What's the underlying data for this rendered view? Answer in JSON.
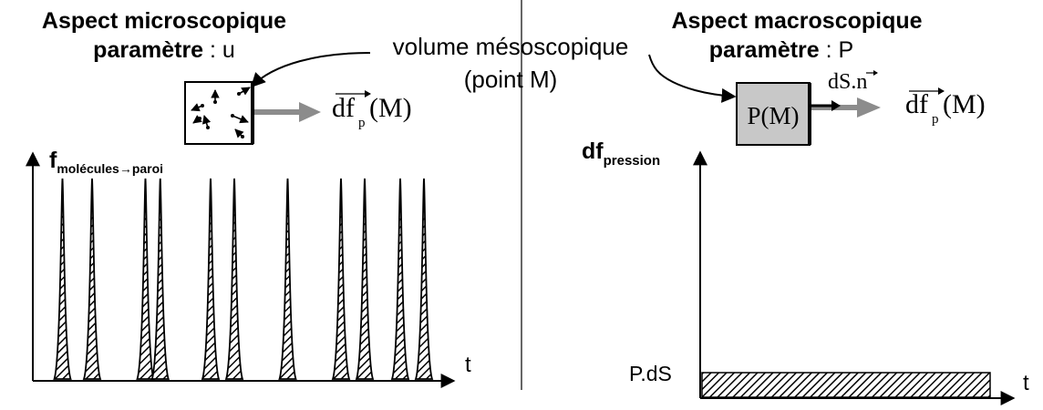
{
  "left": {
    "title_line1": "Aspect microscopique",
    "title_param_label": "paramètre",
    "title_param_value": " : u",
    "ylabel_main": "f",
    "ylabel_sub": "molécules",
    "ylabel_sub_arrow": "→",
    "ylabel_sub2": "paroi",
    "xlabel": "t",
    "force_label": "df",
    "force_sub": "p",
    "force_arg": "(M)"
  },
  "center": {
    "line1": "volume mésoscopique",
    "line2": "(point M)"
  },
  "right": {
    "title_line1": "Aspect macroscopique",
    "title_param_label": "paramètre",
    "title_param_value": " : P",
    "box_label": "P(M)",
    "normal_label": "dS.n",
    "force_label": "df",
    "force_sub": "p",
    "force_arg": "(M)",
    "ylabel_main": "df",
    "ylabel_sub": "pression",
    "level_label": "P.dS",
    "xlabel": "t"
  },
  "colors": {
    "ink": "#000000",
    "force_arrow": "#8c8c8c",
    "box_fill": "#c8c8c8"
  },
  "chart_data": [
    {
      "type": "area",
      "title": "",
      "ylabel": "fmolécules→paroi",
      "xlabel": "t",
      "peak_times": [
        1,
        2,
        3.8,
        4.3,
        6,
        6.8,
        8.6,
        10.4,
        11.2,
        12.4,
        13.2
      ],
      "peak_height": 1
    },
    {
      "type": "area",
      "title": "",
      "ylabel": "dfpression",
      "xlabel": "t",
      "constant_value_label": "P.dS"
    }
  ]
}
